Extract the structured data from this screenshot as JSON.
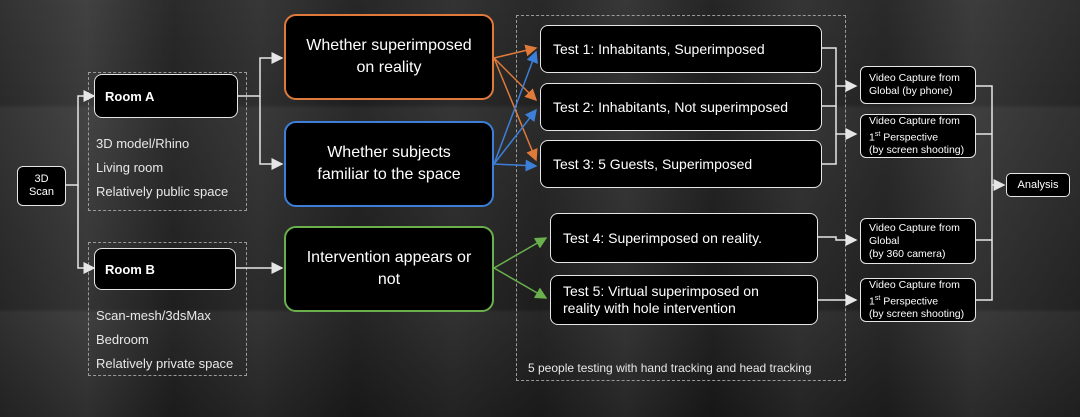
{
  "scan": {
    "line1": "3D",
    "line2": "Scan"
  },
  "room_a": {
    "title": "Room A",
    "details": [
      "3D model/Rhino",
      "Living room",
      "Relatively public space"
    ]
  },
  "room_b": {
    "title": "Room B",
    "details": [
      "Scan-mesh/3dsMax",
      "Bedroom",
      "Relatively private space"
    ]
  },
  "factors": {
    "superimposed": {
      "line1": "Whether superimposed",
      "line2": "on reality"
    },
    "familiar": {
      "line1": "Whether subjects",
      "line2": "familiar to the space"
    },
    "intervention": {
      "line1": "Intervention appears or",
      "line2": "not"
    }
  },
  "tests": {
    "t1": "Test 1: Inhabitants, Superimposed",
    "t2": "Test 2: Inhabitants, Not superimposed",
    "t3": "Test 3: 5 Guests, Superimposed",
    "t4": "Test 4: Superimposed on reality.",
    "t5_line1": "Test 5: Virtual superimposed on",
    "t5_line2": "reality with hole intervention"
  },
  "testing_note": "5 people testing with hand tracking and head tracking",
  "captures": {
    "c1": {
      "line1": "Video Capture from",
      "line2": "Global (by phone)"
    },
    "c2": {
      "line1a": "1",
      "sup": "st",
      "line1b": " Perspective",
      "line0": "Video Capture from",
      "line2": "(by screen shooting)"
    },
    "c3": {
      "line1": "Video Capture from",
      "line2": "Global",
      "line3": "(by 360 camera)"
    },
    "c4": {
      "line0": "Video Capture from",
      "line1a": "1",
      "sup": "st",
      "line1b": " Perspective",
      "line2": "(by screen shooting)"
    }
  },
  "analysis": "Analysis",
  "colors": {
    "orange": "#e07a3a",
    "blue": "#3d7fd8",
    "green": "#6ab04c"
  }
}
